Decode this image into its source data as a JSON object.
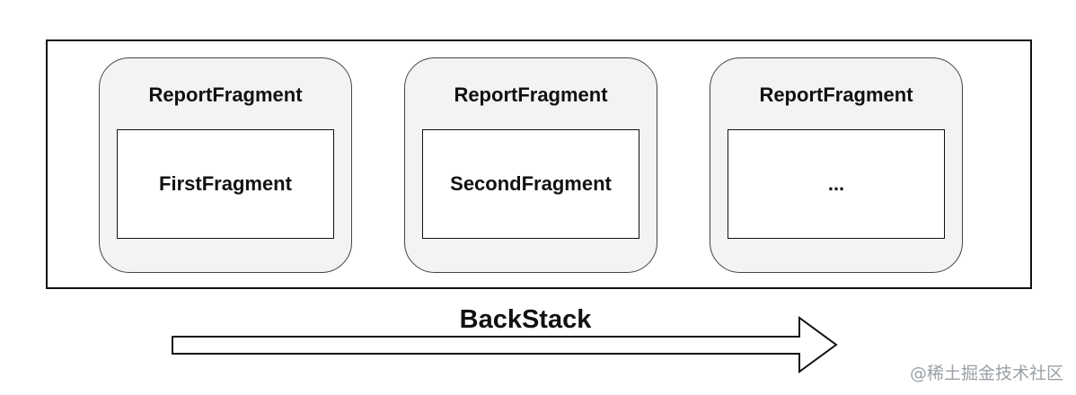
{
  "diagram": {
    "reports": [
      {
        "title": "ReportFragment",
        "child": "FirstFragment"
      },
      {
        "title": "ReportFragment",
        "child": "SecondFragment"
      },
      {
        "title": "ReportFragment",
        "child": "..."
      }
    ],
    "arrow_label": "BackStack"
  },
  "watermark": "@稀土掘金技术社区",
  "colors": {
    "outline": "#111111",
    "report_fill": "#f3f3f3",
    "report_border": "#444444",
    "watermark": "#9aa0a6"
  }
}
